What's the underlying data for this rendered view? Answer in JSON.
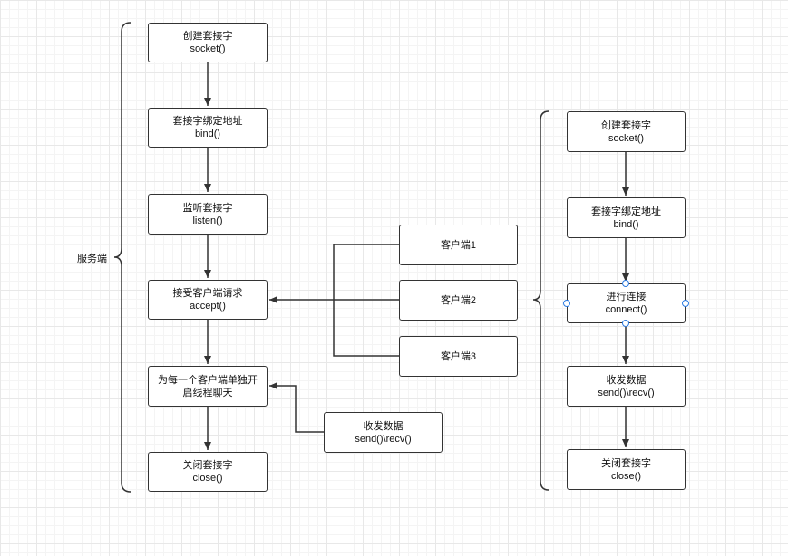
{
  "server": {
    "group_label": "服务端",
    "create_socket": {
      "line1": "创建套接字",
      "line2": "socket()"
    },
    "bind": {
      "line1": "套接字绑定地址",
      "line2": "bind()"
    },
    "listen": {
      "line1": "监听套接字",
      "line2": "listen()"
    },
    "accept": {
      "line1": "接受客户端请求",
      "line2": "accept()"
    },
    "thread": {
      "line1": "为每一个客户端单独开",
      "line2": "启线程聊天"
    },
    "close": {
      "line1": "关闭套接字",
      "line2": "close()"
    }
  },
  "clients": [
    "客户端1",
    "客户端2",
    "客户端3"
  ],
  "send_recv": {
    "line1": "收发数据",
    "line2": "send()\\recv()"
  },
  "client": {
    "create_socket": {
      "line1": "创建套接字",
      "line2": "socket()"
    },
    "bind": {
      "line1": "套接字绑定地址",
      "line2": "bind()"
    },
    "connect": {
      "line1": "进行连接",
      "line2": "connect()"
    },
    "send_recv": {
      "line1": "收发数据",
      "line2": "send()\\recv()"
    },
    "close": {
      "line1": "关闭套接字",
      "line2": "close()"
    }
  },
  "colors": {
    "stroke": "#333333",
    "selection_handle": "#2a7ae2"
  }
}
